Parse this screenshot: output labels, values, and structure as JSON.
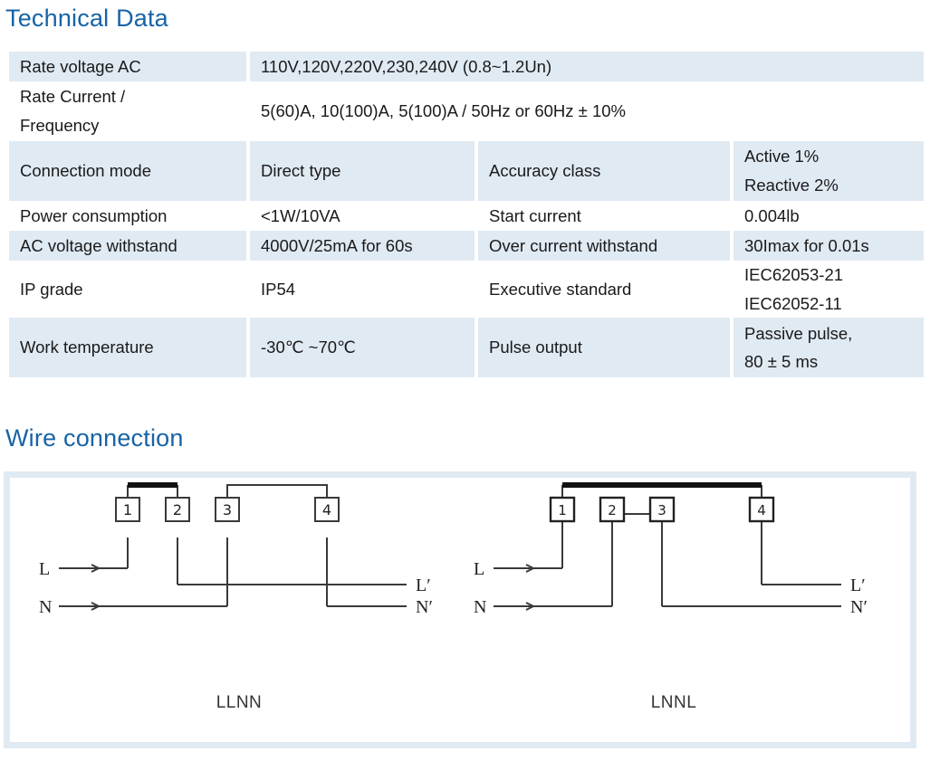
{
  "sections": {
    "technical_data": {
      "heading": "Technical Data"
    },
    "wire_connection": {
      "heading": "Wire connection"
    }
  },
  "colors": {
    "heading_blue": "#1763a6",
    "row_shaded": "#e0eaf3",
    "row_plain": "#ffffff",
    "text": "#1a1a1a",
    "wire_stroke": "#3a3a3a",
    "wire_stroke_bold": "#111111"
  },
  "spec_table": {
    "rows": [
      {
        "label": "Rate voltage AC",
        "value_lines": [
          "110V,120V,220V,230,240V  (0.8~1.2Un)"
        ],
        "span": 3,
        "shaded": true,
        "height": "h-sm"
      },
      {
        "label_lines": [
          "Rate Current /",
          "Frequency"
        ],
        "value_lines": [
          "5(60)A, 10(100)A, 5(100)A  /    50Hz or 60Hz ± 10%"
        ],
        "span": 3,
        "shaded": false,
        "height": "h-lg"
      },
      {
        "label": "Connection mode",
        "value": "Direct type",
        "label2": "Accuracy class",
        "value2_lines": [
          "Active 1%",
          "Reactive 2%"
        ],
        "span": 1,
        "shaded": true,
        "height": "h-lg"
      },
      {
        "label": "Power consumption",
        "value": "<1W/10VA",
        "label2": "Start current",
        "value2_lines": [
          "0.004lb"
        ],
        "span": 1,
        "shaded": false,
        "height": "h-sm"
      },
      {
        "label": "AC voltage withstand",
        "value": "4000V/25mA for 60s",
        "label2": "Over current withstand",
        "value2_lines": [
          "30Imax for 0.01s"
        ],
        "span": 1,
        "shaded": true,
        "height": "h-sm"
      },
      {
        "label": "IP grade",
        "value": "IP54",
        "label2": "Executive standard",
        "value2_lines": [
          "IEC62053-21",
          "IEC62052-11"
        ],
        "span": 1,
        "shaded": false,
        "height": "h-md"
      },
      {
        "label": "Work temperature",
        "value": "-30℃ ~70℃",
        "label2": "Pulse output",
        "value2_lines": [
          "Passive pulse,",
          "80 ± 5 ms"
        ],
        "span": 1,
        "shaded": true,
        "height": "h-lg"
      }
    ]
  },
  "diagrams": [
    {
      "id": "llnn",
      "caption": "LLNN",
      "terminals": [
        "1",
        "2",
        "3",
        "4"
      ],
      "input_labels": [
        "L",
        "N"
      ],
      "output_labels": [
        "L′",
        "N′"
      ]
    },
    {
      "id": "lnnl",
      "caption": "LNNL",
      "terminals": [
        "1",
        "2",
        "3",
        "4"
      ],
      "input_labels": [
        "L",
        "N"
      ],
      "output_labels": [
        "L′",
        "N′"
      ]
    }
  ]
}
